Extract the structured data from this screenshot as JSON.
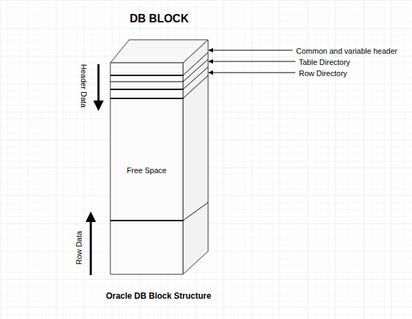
{
  "diagram": {
    "title": "DB BLOCK",
    "caption": "Oracle DB Block Structure",
    "labels": [
      "Common and variable header",
      "Table Directory",
      "Row Directory",
      "Header Data",
      "Free Space",
      "Row Data"
    ]
  }
}
